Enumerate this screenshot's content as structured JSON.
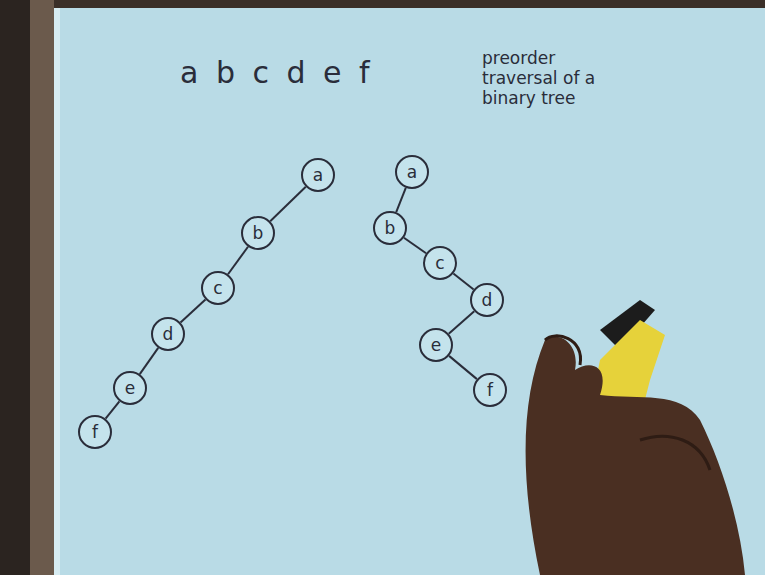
{
  "diagram": {
    "nodes": [
      {
        "text": [
          "a"
        ]
      },
      {
        "text": [
          "b"
        ]
      },
      {
        "text": [
          "c"
        ]
      },
      {
        "text": [
          "d"
        ]
      },
      {
        "text": [
          "e"
        ]
      },
      {
        "text": [
          "f"
        ]
      },
      {
        "text": [
          "a"
        ]
      },
      {
        "text": [
          "b"
        ]
      },
      {
        "text": [
          "c"
        ]
      },
      {
        "text": [
          "d"
        ]
      },
      {
        "text": [
          "e"
        ]
      },
      {
        "text": [
          "f"
        ]
      }
    ],
    "edges": [
      {
        "from": 0,
        "to": 1,
        "arrow": "none"
      },
      {
        "from": 1,
        "to": 2,
        "arrow": "none"
      },
      {
        "from": 2,
        "to": 3,
        "arrow": "none"
      },
      {
        "from": 3,
        "to": 4,
        "arrow": "none"
      },
      {
        "from": 4,
        "to": 5,
        "arrow": "none"
      },
      {
        "from": 6,
        "to": 7,
        "arrow": "none"
      },
      {
        "from": 7,
        "to": 8,
        "arrow": "none"
      },
      {
        "from": 8,
        "to": 9,
        "arrow": "none"
      },
      {
        "from": 9,
        "to": 10,
        "arrow": "none"
      },
      {
        "from": 10,
        "to": 11,
        "arrow": "none"
      }
    ],
    "labels": [
      "a b c d e f",
      "preorder traversal of a binary tree"
    ]
  }
}
